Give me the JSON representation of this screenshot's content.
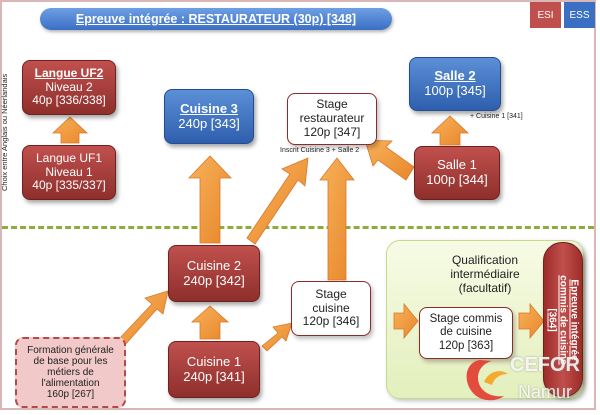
{
  "header": {
    "title": "Epreuve intégrée : RESTAURATEUR (30p) [348]",
    "tag_esi": "ESI",
    "tag_ess": "ESS"
  },
  "colors": {
    "red": "#c0504d",
    "blue": "#3a6fc4",
    "green": "#8aae3c",
    "orange": "#f29b3b",
    "pink": "#f2c9c9"
  },
  "side_note": "Choix entre Anglais ou Néerlandais",
  "boxes": {
    "langue_uf2": {
      "l1": "Langue  UF2",
      "l2": "Niveau 2",
      "l3": "40p [336/338]"
    },
    "langue_uf1": {
      "l1": "Langue  UF1",
      "l2": "Niveau 1",
      "l3": "40p [335/337]"
    },
    "cuisine3": {
      "l1": "Cuisine 3",
      "l2": "240p [343]"
    },
    "stage_resto": {
      "l1": "Stage",
      "l2": "restaurateur",
      "l3": "120p [347]"
    },
    "salle2": {
      "l1": "Salle 2",
      "l2": "100p [345]"
    },
    "salle1": {
      "l1": "Salle 1",
      "l2": "100p [344]"
    },
    "cuisine2": {
      "l1": "Cuisine 2",
      "l2": "240p [342]"
    },
    "stage_cuisine": {
      "l1": "Stage",
      "l2": "cuisine",
      "l3": "120p [346]"
    },
    "cuisine1": {
      "l1": "Cuisine 1",
      "l2": "240p [341]"
    },
    "formation": {
      "l1": "Formation générale",
      "l2": "de base pour les",
      "l3": "métiers de",
      "l4": "l'alimentation",
      "l5": "160p [267]"
    },
    "qualification": {
      "l1": "Qualification",
      "l2": "intermédiaire",
      "l3": "(facultatif)"
    },
    "stage_commis": {
      "l1": "Stage commis",
      "l2": "de cuisine",
      "l3": "120p [363]"
    },
    "epreuve_commis": {
      "l1": "Epreuve intégrée",
      "l2": "commis de cuisine",
      "l3": "[364]"
    }
  },
  "notes": {
    "salle2_prereq": "+ Cuisine 1 [341]",
    "stage_prereq": "Inscrit Cuisine 3 + Salle 2"
  },
  "logo": {
    "text": "CEFOR",
    "sub": "Namur"
  }
}
